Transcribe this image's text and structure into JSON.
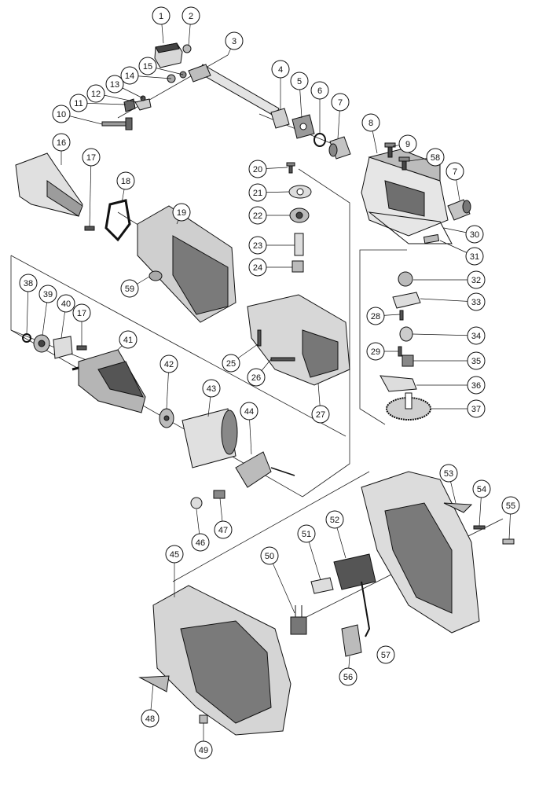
{
  "callouts": [
    {
      "number": "1"
    },
    {
      "number": "2"
    },
    {
      "number": "3"
    },
    {
      "number": "4"
    },
    {
      "number": "5"
    },
    {
      "number": "6"
    },
    {
      "number": "7"
    },
    {
      "number": "8"
    },
    {
      "number": "9"
    },
    {
      "number": "58"
    },
    {
      "number": "7"
    },
    {
      "number": "10"
    },
    {
      "number": "11"
    },
    {
      "number": "12"
    },
    {
      "number": "13"
    },
    {
      "number": "14"
    },
    {
      "number": "15"
    },
    {
      "number": "16"
    },
    {
      "number": "17"
    },
    {
      "number": "18"
    },
    {
      "number": "19"
    },
    {
      "number": "20"
    },
    {
      "number": "21"
    },
    {
      "number": "22"
    },
    {
      "number": "23"
    },
    {
      "number": "24"
    },
    {
      "number": "25"
    },
    {
      "number": "26"
    },
    {
      "number": "27"
    },
    {
      "number": "30"
    },
    {
      "number": "31"
    },
    {
      "number": "32"
    },
    {
      "number": "33"
    },
    {
      "number": "28"
    },
    {
      "number": "34"
    },
    {
      "number": "29"
    },
    {
      "number": "35"
    },
    {
      "number": "36"
    },
    {
      "number": "37"
    },
    {
      "number": "59"
    },
    {
      "number": "38"
    },
    {
      "number": "39"
    },
    {
      "number": "40"
    },
    {
      "number": "17"
    },
    {
      "number": "41"
    },
    {
      "number": "42"
    },
    {
      "number": "43"
    },
    {
      "number": "44"
    },
    {
      "number": "46"
    },
    {
      "number": "47"
    },
    {
      "number": "53"
    },
    {
      "number": "54"
    },
    {
      "number": "55"
    },
    {
      "number": "52"
    },
    {
      "number": "51"
    },
    {
      "number": "45"
    },
    {
      "number": "50"
    },
    {
      "number": "57"
    },
    {
      "number": "56"
    },
    {
      "number": "48"
    },
    {
      "number": "49"
    }
  ]
}
